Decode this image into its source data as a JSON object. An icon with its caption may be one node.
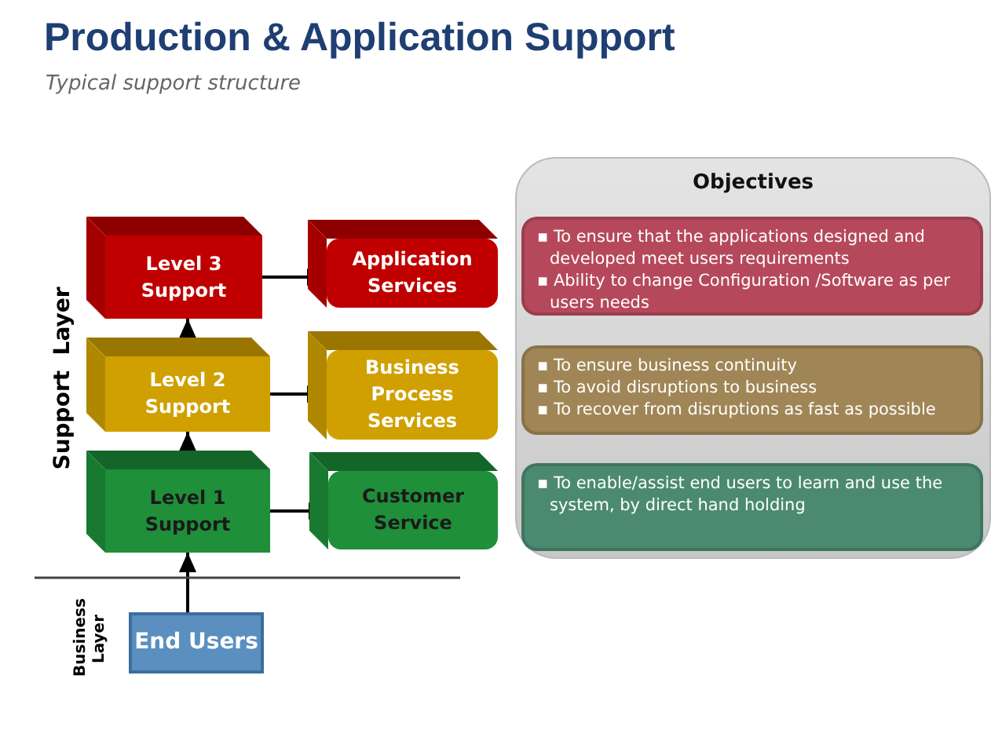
{
  "diagram": {
    "title": "Production & Application Support",
    "caption": "Typical support structure",
    "nodes": [
      {
        "text": [
          "Level 3 Support"
        ]
      },
      {
        "text": [
          "Application Services"
        ]
      },
      {
        "text": [
          "Level 2 Support"
        ]
      },
      {
        "text": [
          "Business Process Services"
        ]
      },
      {
        "text": [
          "Level 1 Support"
        ]
      },
      {
        "text": [
          "Customer Service"
        ]
      },
      {
        "text": [
          "End Users"
        ]
      },
      {
        "text": [
          "Objectives"
        ]
      },
      {
        "text": [
          "▪ To ensure that the applications designed and developed meet users requirements",
          "▪ Ability to change Configuration /Software as per users needs"
        ],
        "in": 7
      },
      {
        "text": [
          "▪ To ensure business continuity",
          "▪ To avoid disruptions to business",
          "▪ To recover from disruptions as fast as possible"
        ],
        "in": 7
      },
      {
        "text": [
          "▪ To enable/assist end users to learn and use the system, by direct hand holding"
        ],
        "in": 7
      }
    ],
    "edges": [
      {
        "from": 0,
        "to": 1,
        "arrow": "to"
      },
      {
        "from": 2,
        "to": 3,
        "arrow": "to"
      },
      {
        "from": 4,
        "to": 5,
        "arrow": "to"
      },
      {
        "from": 2,
        "to": 0,
        "arrow": "to"
      },
      {
        "from": 4,
        "to": 2,
        "arrow": "to"
      },
      {
        "from": 6,
        "to": 4,
        "arrow": "to"
      }
    ],
    "labels": [
      "Support  Layer",
      "Business Layer"
    ]
  }
}
